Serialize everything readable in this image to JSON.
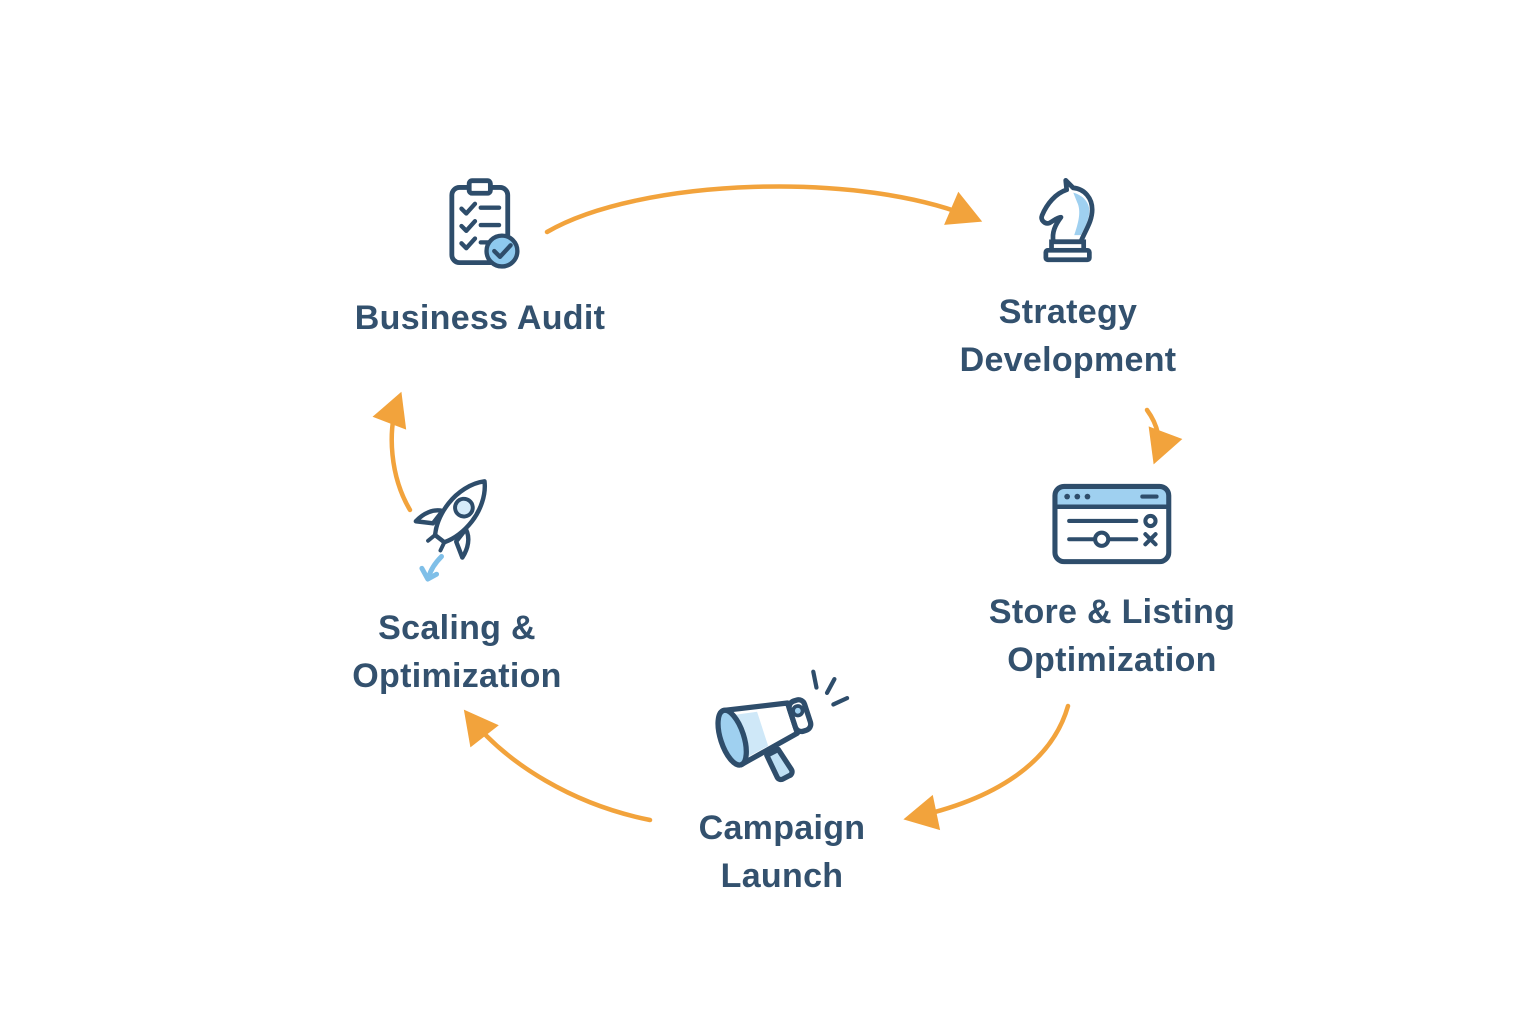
{
  "diagram": {
    "type": "cycle",
    "direction": "clockwise",
    "colors": {
      "arrow": "#F2A33C",
      "icon_outline": "#2E4D6B",
      "icon_accent": "#9FD0F0",
      "label_text": "#33516E",
      "background": "#FFFFFF"
    },
    "nodes": [
      {
        "id": "business-audit",
        "label": "Business Audit",
        "icon": "clipboard-checklist-icon"
      },
      {
        "id": "strategy-development",
        "label": "Strategy\nDevelopment",
        "icon": "chess-knight-icon"
      },
      {
        "id": "store-listing-optimization",
        "label": "Store & Listing\nOptimization",
        "icon": "browser-settings-icon"
      },
      {
        "id": "campaign-launch",
        "label": "Campaign\nLaunch",
        "icon": "megaphone-icon"
      },
      {
        "id": "scaling-optimization",
        "label": "Scaling &\nOptimization",
        "icon": "rocket-icon"
      }
    ],
    "edges": [
      {
        "from": "business-audit",
        "to": "strategy-development"
      },
      {
        "from": "strategy-development",
        "to": "store-listing-optimization"
      },
      {
        "from": "store-listing-optimization",
        "to": "campaign-launch"
      },
      {
        "from": "campaign-launch",
        "to": "scaling-optimization"
      },
      {
        "from": "scaling-optimization",
        "to": "business-audit"
      }
    ]
  }
}
